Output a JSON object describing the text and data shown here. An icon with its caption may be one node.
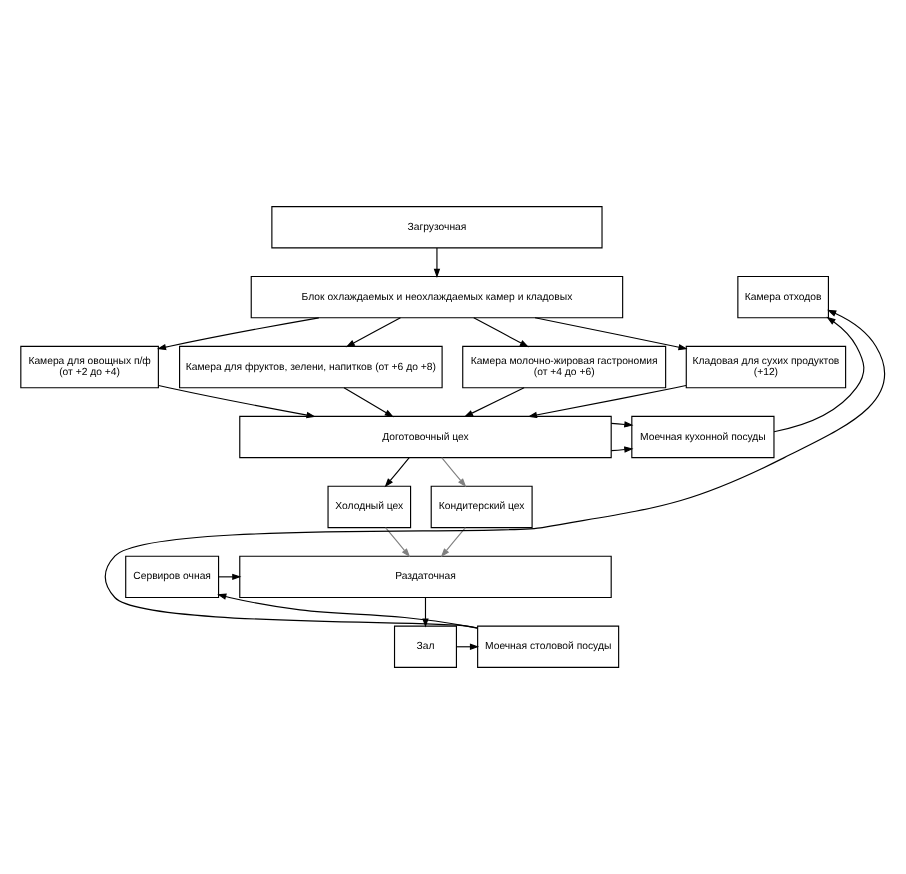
{
  "diagram": {
    "nodes": [
      {
        "text": [
          "Загрузочная"
        ]
      },
      {
        "text": [
          "Камера отходов"
        ]
      },
      {
        "text": [
          "Блок охлаждаемых и неохлаждаемых камер и кладовых"
        ]
      },
      {
        "text": [
          "Камера для овощных п/ф",
          "(от +2 до +4)"
        ]
      },
      {
        "text": [
          "Камера для фруктов, зелени, напитков (от +6 до +8)"
        ]
      },
      {
        "text": [
          "Камера молочно-жировая гастрономия",
          "(от +4 до +6)"
        ]
      },
      {
        "text": [
          "Кладовая для сухих продуктов",
          "(+12)"
        ]
      },
      {
        "text": [
          "Моечная кухонной посуды"
        ]
      },
      {
        "text": [
          "Доготовочный цех"
        ]
      },
      {
        "text": [
          "Холодный цех"
        ]
      },
      {
        "text": [
          "Кондитерский цех"
        ]
      },
      {
        "text": [
          "Сервиров очная"
        ]
      },
      {
        "text": [
          "Раздаточная"
        ]
      },
      {
        "text": [
          "Зал"
        ]
      },
      {
        "text": [
          "Моечная столовой посуды"
        ]
      }
    ],
    "edges": [
      {
        "from": 0,
        "to": 2,
        "arrow": "to"
      },
      {
        "from": 2,
        "to": 3,
        "arrow": "to"
      },
      {
        "from": 2,
        "to": 4,
        "arrow": "to"
      },
      {
        "from": 2,
        "to": 5,
        "arrow": "to"
      },
      {
        "from": 2,
        "to": 6,
        "arrow": "to"
      },
      {
        "from": 3,
        "to": 8,
        "arrow": "to"
      },
      {
        "from": 4,
        "to": 8,
        "arrow": "to"
      },
      {
        "from": 5,
        "to": 8,
        "arrow": "to"
      },
      {
        "from": 6,
        "to": 8,
        "arrow": "to"
      },
      {
        "from": 8,
        "to": 7,
        "arrow": "to"
      },
      {
        "from": 8,
        "to": 7,
        "arrow": "to"
      },
      {
        "from": 7,
        "to": 1,
        "arrow": "to"
      },
      {
        "from": 8,
        "to": 9,
        "arrow": "to"
      },
      {
        "from": 8,
        "to": 10,
        "arrow": "to",
        "color": "#808080"
      },
      {
        "from": 9,
        "to": 12,
        "arrow": "to",
        "color": "#808080"
      },
      {
        "from": 10,
        "to": 12,
        "arrow": "to",
        "color": "#808080"
      },
      {
        "from": 11,
        "to": 12,
        "arrow": "to"
      },
      {
        "from": 12,
        "to": 13,
        "arrow": "to"
      },
      {
        "from": 13,
        "to": 14,
        "arrow": "to"
      },
      {
        "from": 14,
        "to": 11,
        "arrow": "to"
      },
      {
        "from": 14,
        "to": 1,
        "arrow": "to"
      }
    ]
  }
}
